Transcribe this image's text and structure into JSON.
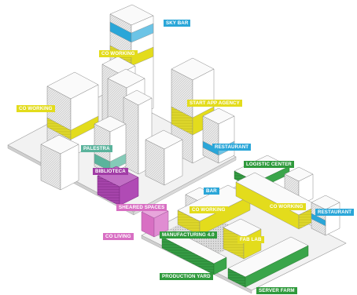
{
  "diagram": {
    "labels": {
      "sky_bar": "SKY BAR",
      "co_working_top": "CO WORKING",
      "co_working_left": "CO WORKING",
      "start_app_agency": "START APP AGENCY",
      "palestra": "PALESTRA",
      "restaurant_mid": "RESTAURANT",
      "biblioteca": "BIBLIOTECA",
      "logistic_center": "LOGISTIC CENTER",
      "bar": "BAR",
      "co_working_mid": "CO WORKING",
      "co_working_right": "CO WORKING",
      "restaurant_right": "RESTAURANT",
      "sheared_spaces": "SHEARED SPACES",
      "co_living": "CO LIVING",
      "manufacturing": "MANUFACTURING 4.0",
      "fab_lab": "FAB LAB",
      "production_yard": "PRODUCTION YARD",
      "server_farm": "SERVER FARM"
    },
    "colors": {
      "yellow": "#e3dc1c",
      "blue": "#2aa6d8",
      "green": "#2f9a3c",
      "purple": "#a13ca6",
      "pink": "#d86fc3",
      "teal": "#5ab39c"
    }
  }
}
